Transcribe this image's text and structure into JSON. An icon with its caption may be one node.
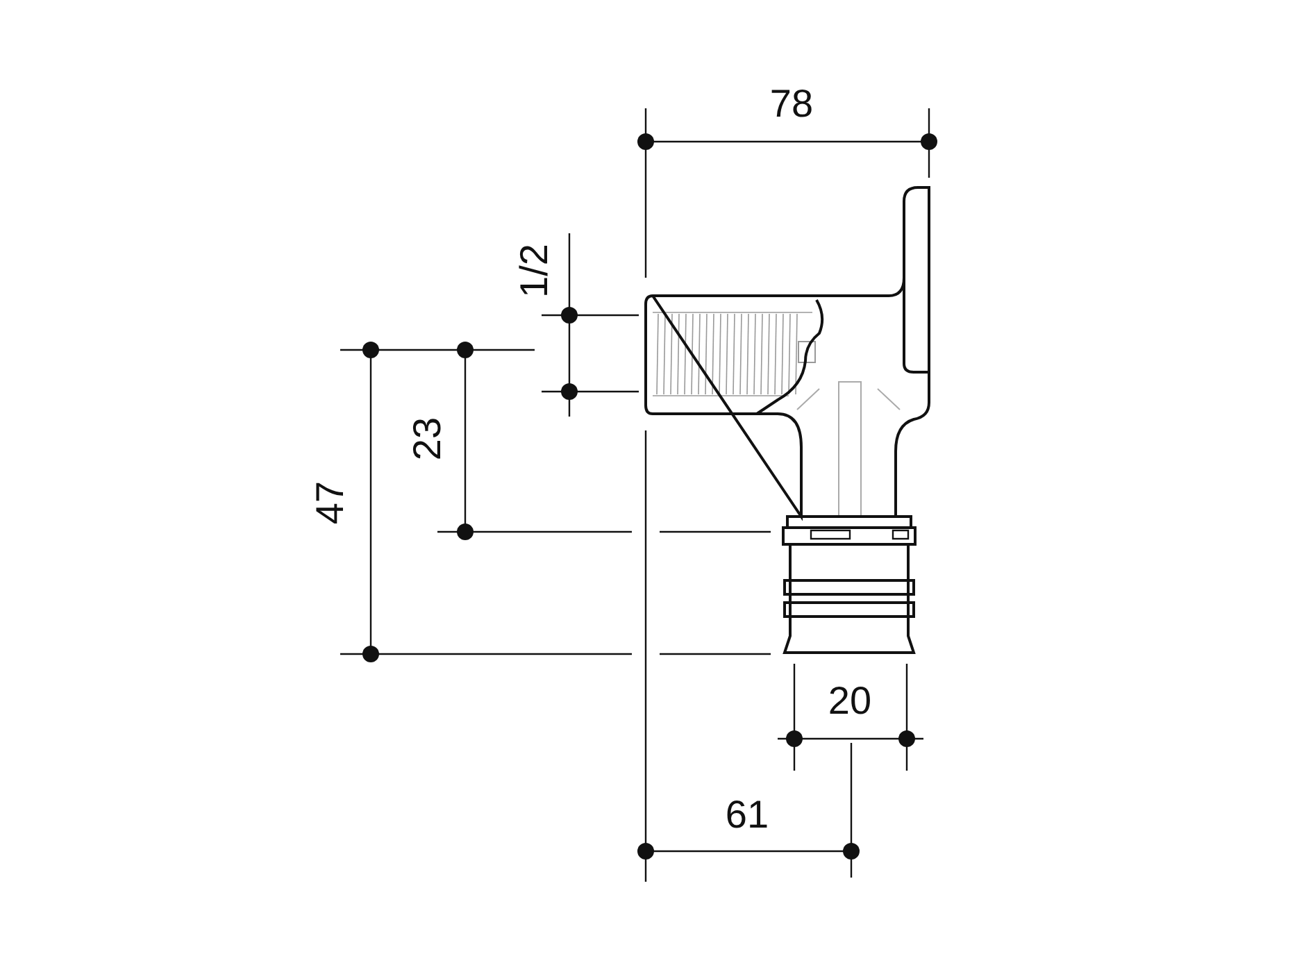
{
  "diagram": {
    "labels": [
      "78",
      "1/2",
      "23",
      "47",
      "20",
      "61"
    ]
  }
}
